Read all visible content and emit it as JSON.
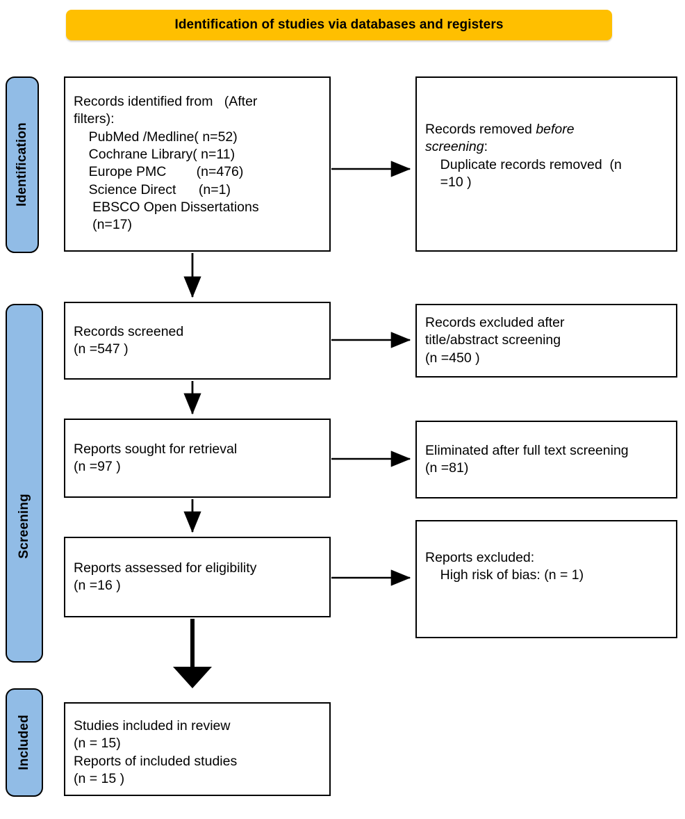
{
  "banner": {
    "title": "Identification of studies via databases and registers",
    "color": "#FFBF00"
  },
  "stages": {
    "color": "#91BCE6",
    "identification": "Identification",
    "screening": "Screening",
    "included": "Included"
  },
  "boxes": {
    "identified": {
      "lines": [
        "Records identified from   (After",
        "filters):",
        "    PubMed /Medline( n=52)",
        "    Cochrane Library( n=11)",
        "    Europe PMC        (n=476)",
        "    Science Direct      (n=1)",
        "     EBSCO Open Dissertations",
        "     (n=17)"
      ]
    },
    "removed": {
      "line1_pre": "Records removed ",
      "line1_italic": "before",
      "line2_italic": "screening",
      "line2_post": ":",
      "line3": "    Duplicate records removed  (n",
      "line4": "    =10 )"
    },
    "screened": {
      "lines": [
        "Records screened",
        "(n =547 )"
      ]
    },
    "excluded_title_abstract": {
      "lines": [
        "Records excluded after",
        "title/abstract screening",
        "(n =450 )"
      ]
    },
    "sought": {
      "lines": [
        "Reports sought for retrieval",
        "(n =97 )"
      ]
    },
    "eliminated": {
      "lines": [
        "Eliminated after full text screening",
        "(n =81)"
      ]
    },
    "eligibility": {
      "lines": [
        "Reports assessed for eligibility",
        "(n =16 )"
      ]
    },
    "reports_excluded": {
      "lines": [
        "Reports excluded:",
        "    High risk of bias: (n = 1)"
      ]
    },
    "included": {
      "lines": [
        "Studies included in review",
        "(n = 15)",
        "Reports of included studies",
        "(n = 15 )"
      ]
    }
  },
  "connectors": {
    "arrow_color": "#000000",
    "horizontal": [
      {
        "name": "identified-to-removed"
      },
      {
        "name": "screened-to-excluded"
      },
      {
        "name": "sought-to-eliminated"
      },
      {
        "name": "eligibility-to-reports-excluded"
      }
    ],
    "vertical": [
      {
        "name": "identified-to-screened"
      },
      {
        "name": "screened-to-sought"
      },
      {
        "name": "sought-to-eligibility"
      },
      {
        "name": "eligibility-to-included"
      }
    ]
  }
}
